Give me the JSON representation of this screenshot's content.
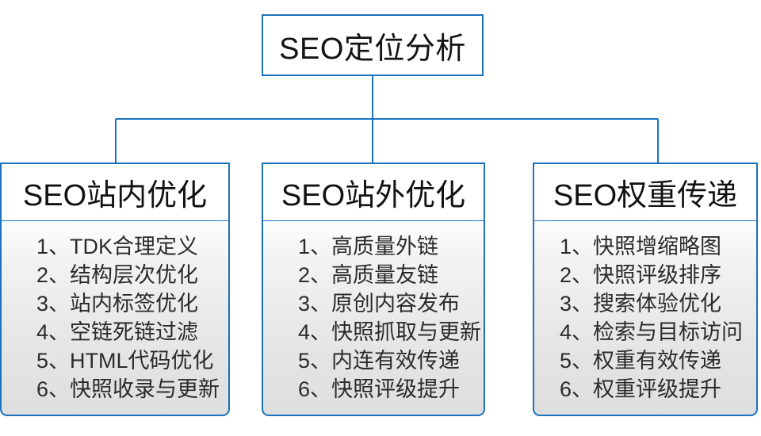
{
  "diagram": {
    "type": "tree",
    "root": {
      "label": "SEO定位分析"
    },
    "accent_color": "#1b72bd",
    "branches": [
      {
        "header": "SEO站内优化",
        "items": [
          "1、TDK合理定义",
          "2、结构层次优化",
          "3、站内标签优化",
          "4、空链死链过滤",
          "5、HTML代码优化",
          "6、快照收录与更新"
        ]
      },
      {
        "header": "SEO站外优化",
        "items": [
          "1、高质量外链",
          "2、高质量友链",
          "3、原创内容发布",
          "4、快照抓取与更新",
          "5、内连有效传递",
          "6、快照评级提升"
        ]
      },
      {
        "header": "SEO权重传递",
        "items": [
          "1、快照增缩略图",
          "2、快照评级排序",
          "3、搜索体验优化",
          "4、检索与目标访问",
          "5、权重有效传递",
          "6、权重评级提升"
        ]
      }
    ]
  }
}
